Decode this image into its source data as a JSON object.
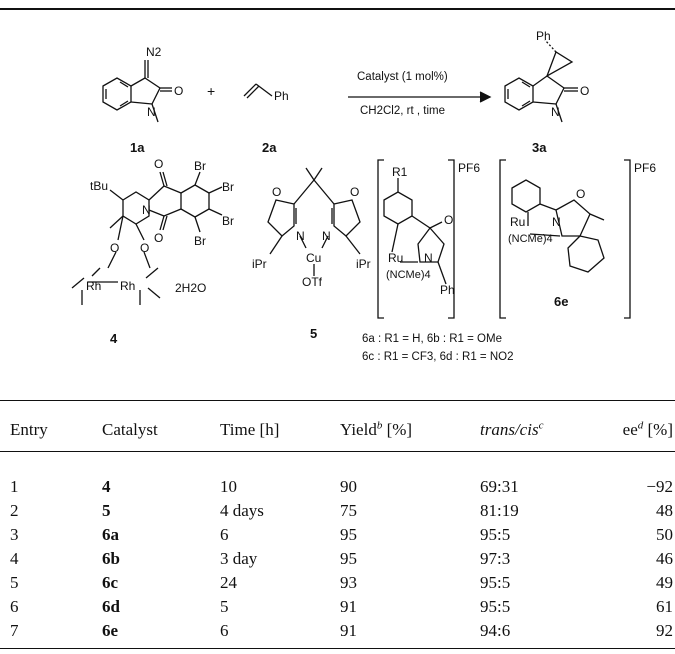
{
  "scheme": {
    "n2": "N2",
    "o": "O",
    "n": "N",
    "plus": "+",
    "ph": "Ph",
    "catalyst": "Catalyst (1 mol%)",
    "conditions": "CH2Cl2, rt , time",
    "label_1a": "1a",
    "label_2a": "2a",
    "label_3a": "3a",
    "tbu": "tBu",
    "br": "Br",
    "rh": "Rh",
    "h2o": "2H2O",
    "label_4": "4",
    "ipr": "iPr",
    "cu": "Cu",
    "otf": "OTf",
    "label_5": "5",
    "r1": "R1",
    "ru": "Ru",
    "ncme": "(NCMe)4",
    "pf6": "PF6",
    "label_6e": "6e",
    "caption_line1": "6a : R1 = H, 6b : R1 = OMe",
    "caption_line2": "6c : R1 = CF3, 6d : R1 = NO2"
  },
  "table": {
    "headers": [
      "Entry",
      "Catalyst",
      "Time [h]",
      "Yield",
      "b",
      "[%]",
      "trans/cis",
      "c",
      "ee",
      "d",
      "[%]"
    ],
    "rows": [
      {
        "entry": "1",
        "catalyst": "4",
        "time": "10",
        "yield": "90",
        "ratio": "69:31",
        "ee": "−92"
      },
      {
        "entry": "2",
        "catalyst": "5",
        "time": "4 days",
        "yield": "75",
        "ratio": "81:19",
        "ee": "48"
      },
      {
        "entry": "3",
        "catalyst": "6a",
        "time": "6",
        "yield": "95",
        "ratio": "95:5",
        "ee": "50"
      },
      {
        "entry": "4",
        "catalyst": "6b",
        "time": "3 day",
        "yield": "95",
        "ratio": "97:3",
        "ee": "46"
      },
      {
        "entry": "5",
        "catalyst": "6c",
        "time": "24",
        "yield": "93",
        "ratio": "95:5",
        "ee": "49"
      },
      {
        "entry": "6",
        "catalyst": "6d",
        "time": "5",
        "yield": "91",
        "ratio": "95:5",
        "ee": "61"
      },
      {
        "entry": "7",
        "catalyst": "6e",
        "time": "6",
        "yield": "91",
        "ratio": "94:6",
        "ee": "92"
      }
    ]
  }
}
